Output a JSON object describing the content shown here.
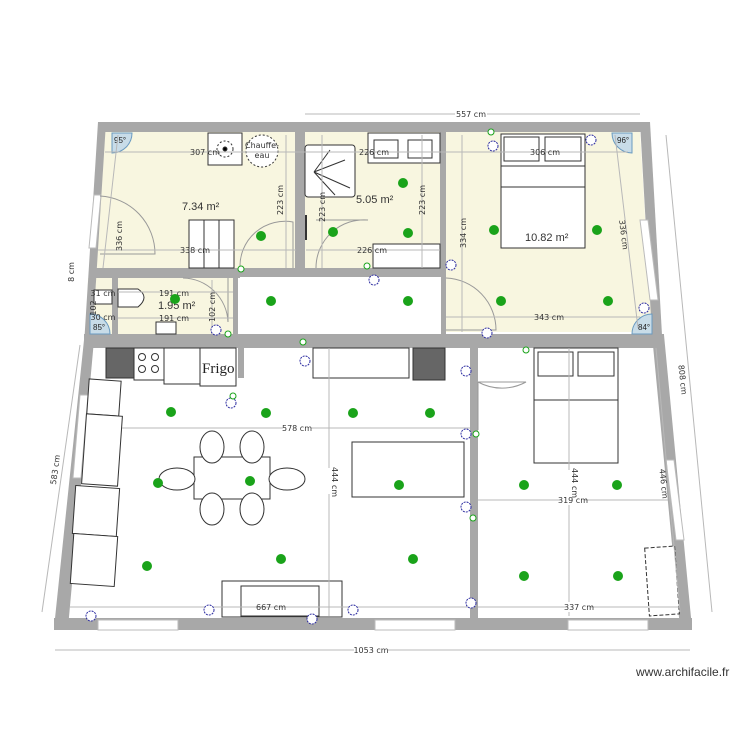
{
  "app": {
    "watermark": "www.archifacile.fr"
  },
  "colors": {
    "wall": "#a8a8a8",
    "wet_floor": "#f8f6e0",
    "living_floor": "#ffffff",
    "dim_line": "#b8b8b8",
    "light_fixture": "#1aa31a",
    "outlet": "#2a2aa0",
    "angle_badge": "#c8dce8"
  },
  "rooms": [
    {
      "name": "entry-storage",
      "area": "7.34 m²"
    },
    {
      "name": "bathroom",
      "area": "5.05 m²"
    },
    {
      "name": "bedroom-1",
      "area": "10.82 m²"
    },
    {
      "name": "wc",
      "area": "1.95 m²"
    },
    {
      "name": "hallway",
      "area": ""
    },
    {
      "name": "kitchen-living",
      "area": ""
    },
    {
      "name": "bedroom-2",
      "area": ""
    }
  ],
  "dimensions": {
    "top_overall": "557 cm",
    "bottom_overall": "1053 cm",
    "left_overall": "583 cm",
    "right_overall": "808 cm",
    "left_small": "8 cm",
    "entry_width_top": "307 cm",
    "entry_width_bottom": "338 cm",
    "entry_height_left": "336 cm",
    "entry_height_right": "223 cm",
    "bath_width_top": "226 cm",
    "bath_width_bottom": "226 cm",
    "bath_height_left": "223 cm",
    "bath_height_right": "223 cm",
    "bed1_width_top": "306 cm",
    "bed1_width_bottom": "343 cm",
    "bed1_height_left": "334 cm",
    "bed1_height_right": "336 cm",
    "wc_width_top": "191 cm",
    "wc_width_bottom": "191 cm",
    "wc_height": "102 cm",
    "wc_small_1": "31 cm",
    "wc_small_2": "30 cm",
    "wc_small_3": "102",
    "living_width": "578 cm",
    "living_bottom": "667 cm",
    "living_height": "444 cm",
    "bed2_width_mid": "319 cm",
    "bed2_width_bottom": "337 cm",
    "bed2_height": "444 cm",
    "bed2_height_right": "446 cm"
  },
  "angles": {
    "top_left": "95°",
    "top_right": "96°",
    "bed1_bottom_right": "84°",
    "wc_bottom_left": "85°"
  },
  "labels": {
    "water_heater_line1": "Chauffe-",
    "water_heater_line2": "eau",
    "fridge": "Frigo"
  }
}
